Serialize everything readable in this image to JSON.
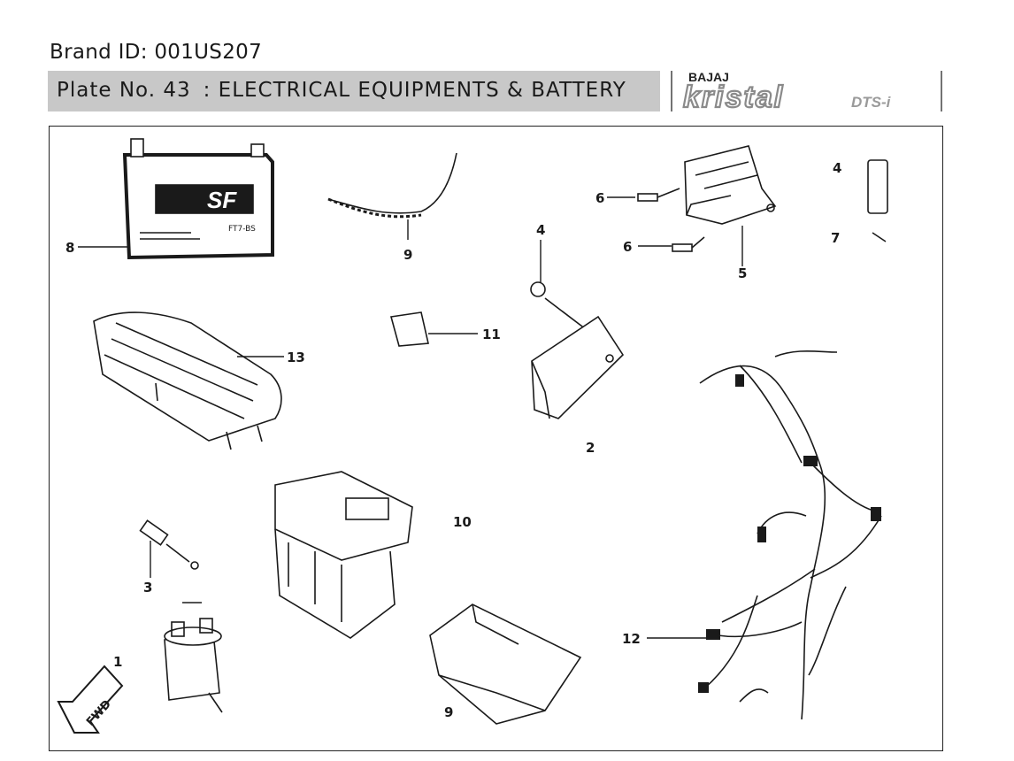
{
  "header": {
    "brand_id": "Brand ID: 001US207",
    "plate_no": "Plate No. 43",
    "plate_title": ": ELECTRICAL EQUIPMENTS & BATTERY"
  },
  "logo": {
    "brand": "BAJAJ",
    "model": "kristal",
    "variant": "DTS-i",
    "color": "#9a9a9a"
  },
  "parts": {
    "p1": "1",
    "p2": "2",
    "p3": "3",
    "p4a": "4",
    "p4b": "4",
    "p5": "5",
    "p6a": "6",
    "p6b": "6",
    "p7": "7",
    "p8": "8",
    "p9a": "9",
    "p9b": "9",
    "p10": "10",
    "p11": "11",
    "p12": "12",
    "p13": "13"
  },
  "battery_label": "SF",
  "battery_code": "FT7-BS",
  "fwd_label": "FWD"
}
